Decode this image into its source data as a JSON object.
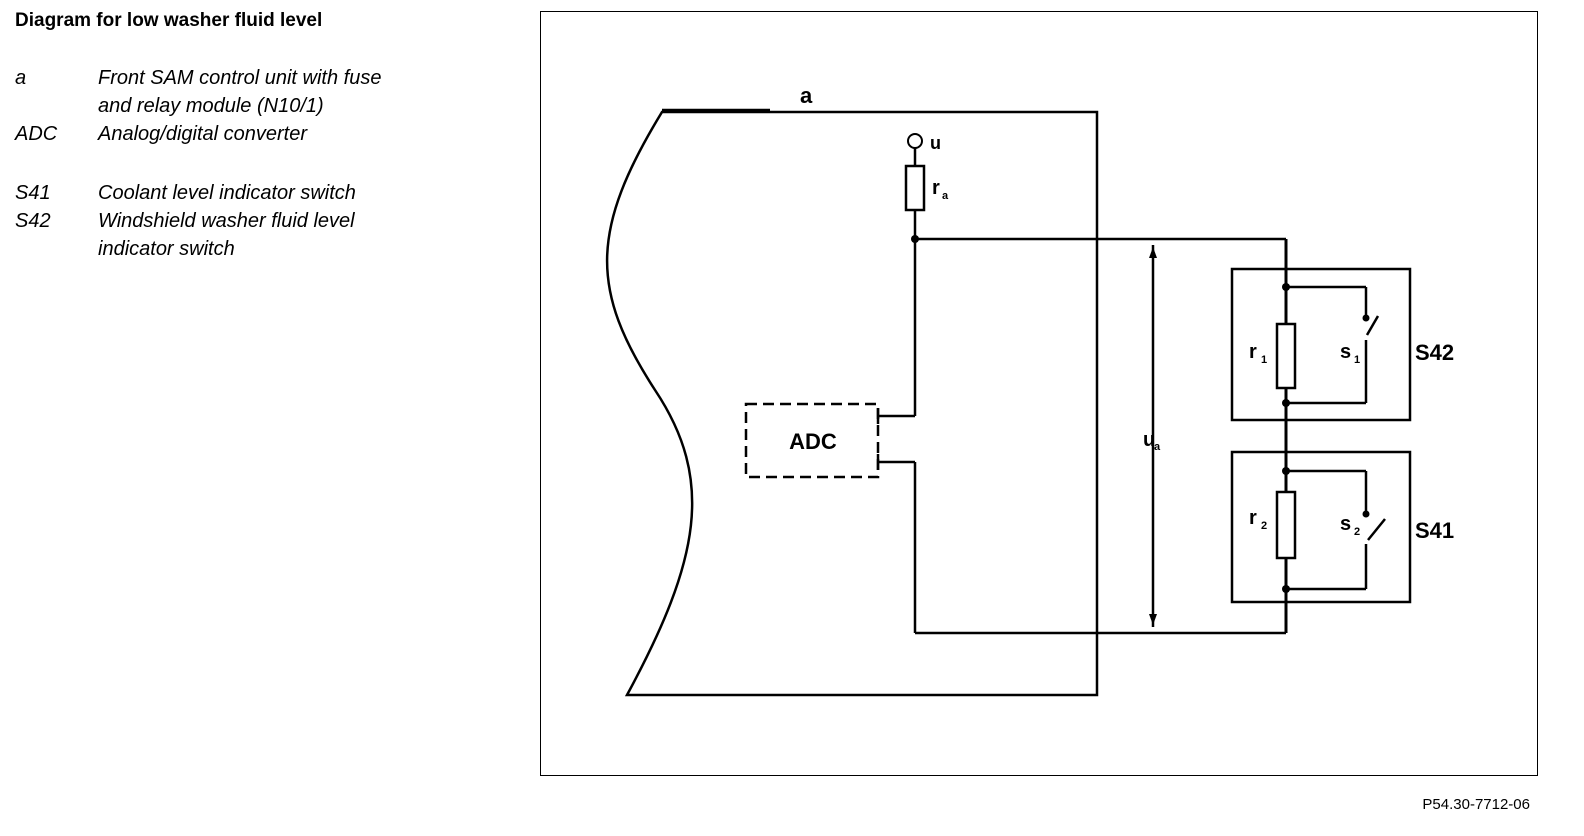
{
  "title": "Diagram for low washer fluid level",
  "legend": [
    {
      "key": "a",
      "desc": "Front SAM control unit with fuse\nand relay module (N10/1)"
    },
    {
      "key": "ADC",
      "desc": "Analog/digital converter"
    },
    {
      "key": "S41",
      "desc": "Coolant level indicator switch"
    },
    {
      "key": "S42",
      "desc": "Windshield washer fluid level\nindicator switch"
    }
  ],
  "diagram": {
    "label_a": "a",
    "label_u": "u",
    "label_ra": "r",
    "label_ra_sub": "a",
    "label_adc": "ADC",
    "label_ua": "u",
    "label_ua_sub": "a",
    "label_r1": "r",
    "label_r1_sub": "1",
    "label_s1": "s",
    "label_s1_sub": "1",
    "label_s42": "S42",
    "label_r2": "r",
    "label_r2_sub": "2",
    "label_s2": "s",
    "label_s2_sub": "2",
    "label_s41": "S41"
  },
  "reference_code": "P54.30-7712-06"
}
